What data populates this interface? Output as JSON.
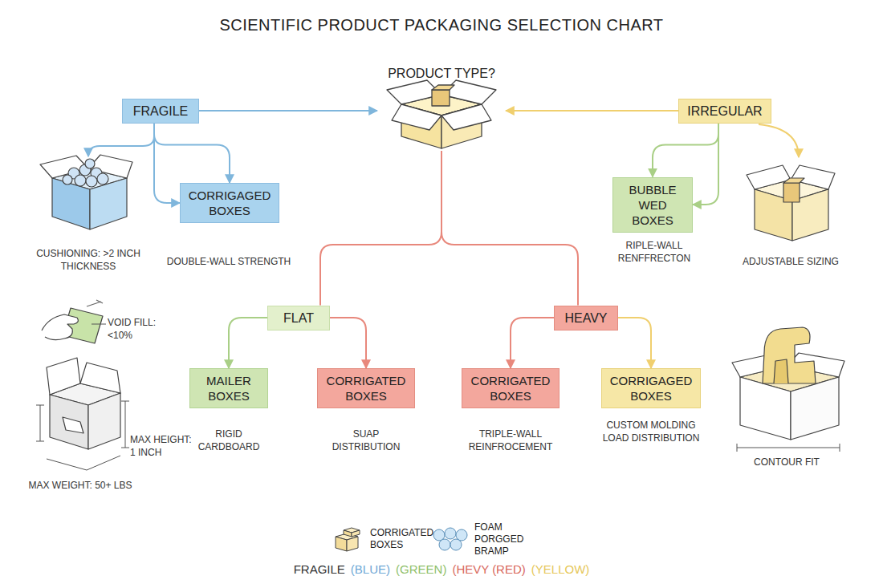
{
  "diagram": {
    "title": "SCIENTIFIC PRODUCT PACKAGING SELECTION CHART",
    "nodes": [
      {
        "text": [
          "PRODUCT TYPE?"
        ]
      },
      {
        "text": [
          "FRAGILE"
        ]
      },
      {
        "text": [
          "IRREGULAR"
        ]
      },
      {
        "text": [
          "CORRIGAGED BOXES"
        ]
      },
      {
        "text": [
          "BUBBLE WED BOXES"
        ]
      },
      {
        "text": [
          "FLAT"
        ]
      },
      {
        "text": [
          "HEAVY"
        ]
      },
      {
        "text": [
          "MAILER BOXES"
        ]
      },
      {
        "text": [
          "CORRIGATED BOXES"
        ]
      },
      {
        "text": [
          "CORRIGATED BOXES"
        ]
      },
      {
        "text": [
          "CORRIGAGED BOXES"
        ]
      }
    ],
    "edges": [
      {
        "from": 1,
        "to": 0,
        "arrow": "to"
      },
      {
        "from": 2,
        "to": 0,
        "arrow": "to"
      },
      {
        "from": 1,
        "to": 3,
        "arrow": "to"
      },
      {
        "from": 1,
        "to": 3,
        "arrow": "to"
      },
      {
        "from": 2,
        "to": 4,
        "arrow": "to"
      },
      {
        "from": 2,
        "to": 4,
        "arrow": "to"
      },
      {
        "from": 0,
        "to": 5,
        "arrow": "none"
      },
      {
        "from": 0,
        "to": 6,
        "arrow": "none"
      },
      {
        "from": 5,
        "to": 7,
        "arrow": "to"
      },
      {
        "from": 5,
        "to": 8,
        "arrow": "to"
      },
      {
        "from": 6,
        "to": 9,
        "arrow": "to"
      },
      {
        "from": 6,
        "to": 10,
        "arrow": "to"
      }
    ],
    "labels": [
      "CUSHIONING: >2 INCH THICKNESS",
      "DOUBLE-WALL STRENGTH",
      "RIPLE-WALL RENFFRECTON",
      "ADJUSTABLE SIZING",
      "VOID FILL: <10%",
      "MAX HEIGHT: 1 INCH",
      "MAX WEIGHT: 50+ LBS",
      "RIGID CARDBOARD",
      "SUAP DISTRIBUTION",
      "TRIPLE-WALL REINFROCEMENT",
      "CUSTOM MOLDING LOAD DISTRIBUTION",
      "CONTOUR FIT",
      "FRAGILE",
      "(BLUE)",
      "(GREEN)",
      "(HEVY (RED)",
      "(YELLOW)"
    ],
    "legend": [
      {
        "text": "CORRIGATED BOXES"
      },
      {
        "text": "FOAM PORGGED BRAMP"
      }
    ]
  }
}
